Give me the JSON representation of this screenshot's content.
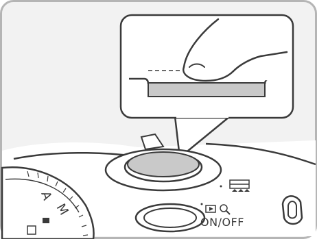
{
  "illustration": {
    "subject": "camera-top-shutter-button-half-press",
    "colors": {
      "background": "#f2f2f2",
      "outline": "#3a3a3a",
      "button_fill": "#c9c9c9",
      "frame_border": "#b5b5b5"
    }
  },
  "camera_labels": {
    "power_label": "ON/OFF",
    "dial_letter_a": "A",
    "dial_letter_m": "M"
  }
}
